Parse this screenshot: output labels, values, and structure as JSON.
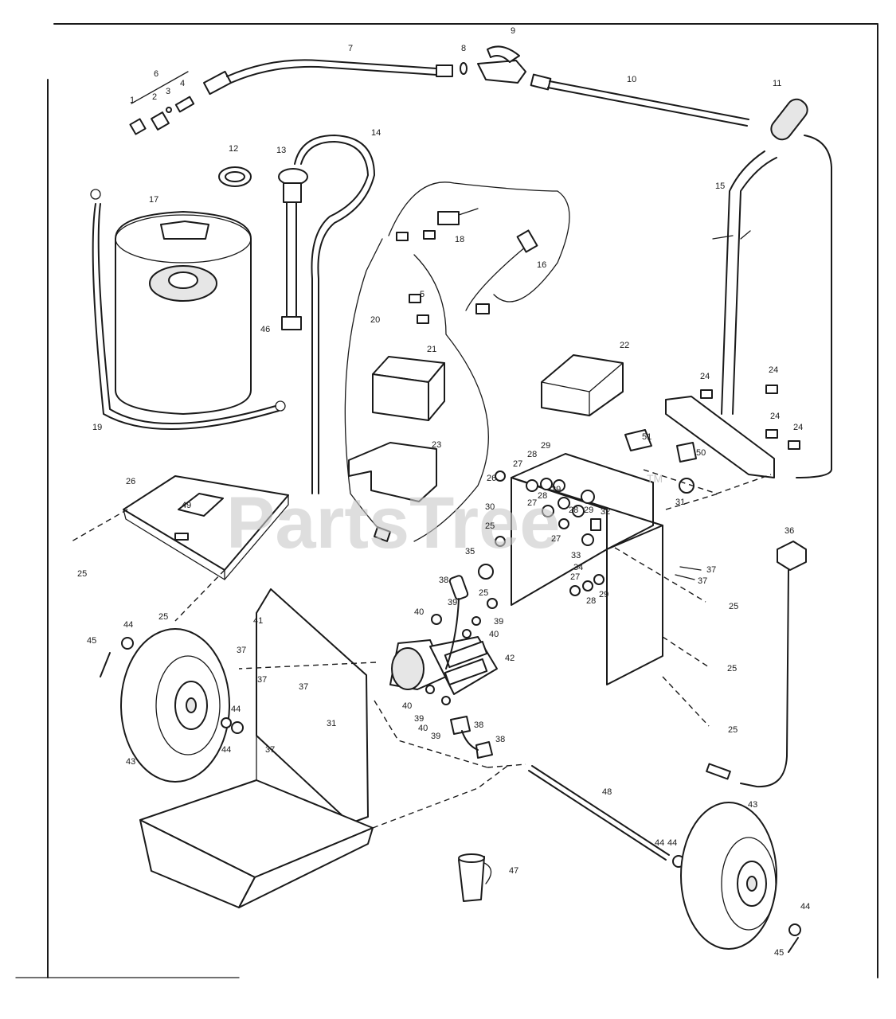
{
  "watermark": {
    "text": "PartsTree",
    "trademark": "TM"
  },
  "callouts": [
    {
      "text": "1"
    },
    {
      "text": "2"
    },
    {
      "text": "3"
    },
    {
      "text": "4"
    },
    {
      "text": "6"
    },
    {
      "text": "7"
    },
    {
      "text": "8"
    },
    {
      "text": "9"
    },
    {
      "text": "10"
    },
    {
      "text": "11"
    },
    {
      "text": "12"
    },
    {
      "text": "13"
    },
    {
      "text": "14"
    },
    {
      "text": "15"
    },
    {
      "text": "16"
    },
    {
      "text": "17"
    },
    {
      "text": "18"
    },
    {
      "text": "46"
    },
    {
      "text": "19"
    },
    {
      "text": "5"
    },
    {
      "text": "20"
    },
    {
      "text": "21"
    },
    {
      "text": "22"
    },
    {
      "text": "23"
    },
    {
      "text": "24"
    },
    {
      "text": "24"
    },
    {
      "text": "24"
    },
    {
      "text": "24"
    },
    {
      "text": "26"
    },
    {
      "text": "49"
    },
    {
      "text": "25"
    },
    {
      "text": "25"
    },
    {
      "text": "51"
    },
    {
      "text": "50"
    },
    {
      "text": "27"
    },
    {
      "text": "28"
    },
    {
      "text": "29"
    },
    {
      "text": "29"
    },
    {
      "text": "26"
    },
    {
      "text": "30"
    },
    {
      "text": "27"
    },
    {
      "text": "28"
    },
    {
      "text": "28"
    },
    {
      "text": "29"
    },
    {
      "text": "32"
    },
    {
      "text": "31"
    },
    {
      "text": "25"
    },
    {
      "text": "27"
    },
    {
      "text": "33"
    },
    {
      "text": "34"
    },
    {
      "text": "35"
    },
    {
      "text": "38"
    },
    {
      "text": "25"
    },
    {
      "text": "39"
    },
    {
      "text": "40"
    },
    {
      "text": "39"
    },
    {
      "text": "40"
    },
    {
      "text": "27"
    },
    {
      "text": "28"
    },
    {
      "text": "29"
    },
    {
      "text": "37"
    },
    {
      "text": "37"
    },
    {
      "text": "25"
    },
    {
      "text": "36"
    },
    {
      "text": "41"
    },
    {
      "text": "42"
    },
    {
      "text": "44"
    },
    {
      "text": "45"
    },
    {
      "text": "37"
    },
    {
      "text": "37"
    },
    {
      "text": "37"
    },
    {
      "text": "31"
    },
    {
      "text": "44"
    },
    {
      "text": "44"
    },
    {
      "text": "37"
    },
    {
      "text": "43"
    },
    {
      "text": "40"
    },
    {
      "text": "39"
    },
    {
      "text": "40"
    },
    {
      "text": "39"
    },
    {
      "text": "38"
    },
    {
      "text": "38"
    },
    {
      "text": "25"
    },
    {
      "text": "25"
    },
    {
      "text": "48"
    },
    {
      "text": "43"
    },
    {
      "text": "44"
    },
    {
      "text": "44"
    },
    {
      "text": "47"
    },
    {
      "text": "44"
    },
    {
      "text": "45"
    }
  ]
}
